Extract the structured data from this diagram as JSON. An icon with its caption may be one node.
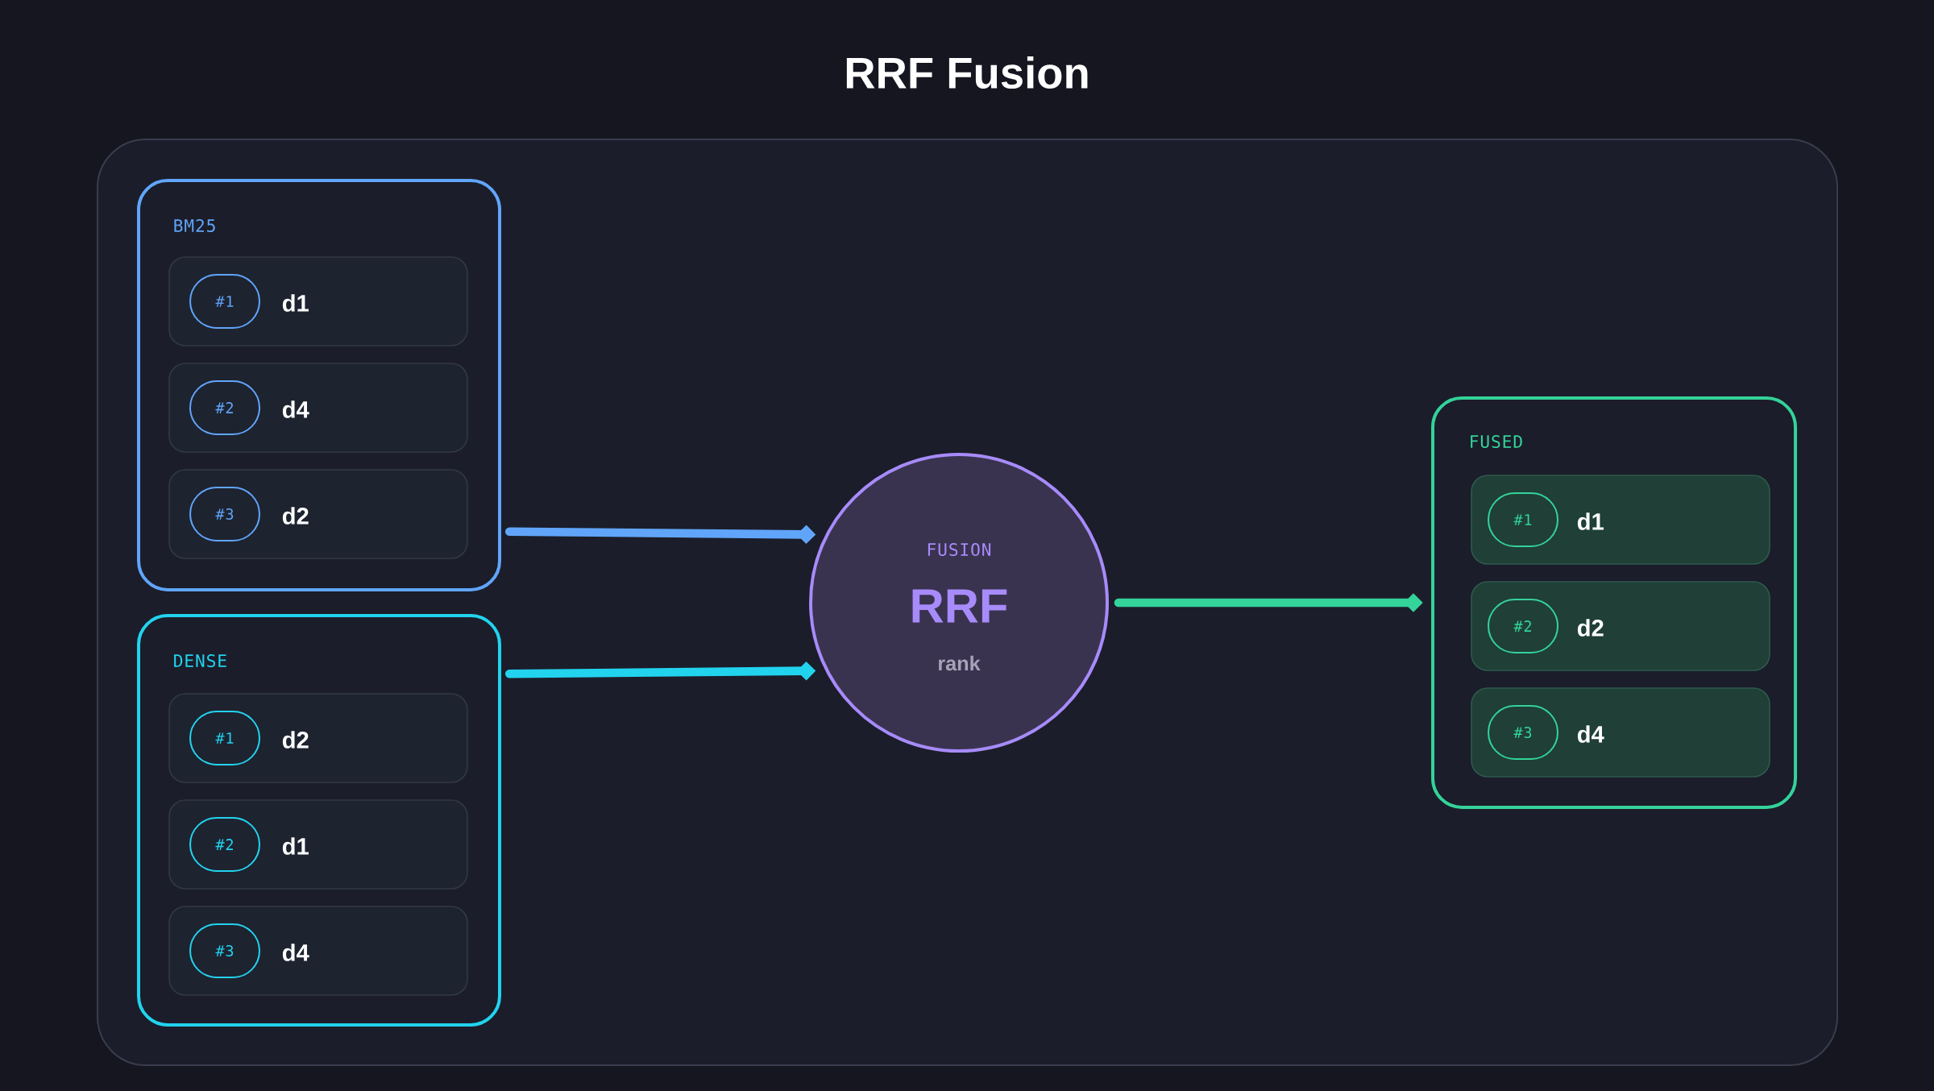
{
  "diagram": {
    "title": "RRF Fusion",
    "nodes": [
      {
        "text": [
          "BM25"
        ]
      },
      {
        "text": [
          "d1"
        ],
        "in": 0
      },
      {
        "text": [
          "#1"
        ],
        "in": 1
      },
      {
        "text": [
          "d4"
        ],
        "in": 0
      },
      {
        "text": [
          "#2"
        ],
        "in": 3
      },
      {
        "text": [
          "d2"
        ],
        "in": 0
      },
      {
        "text": [
          "#3"
        ],
        "in": 5
      },
      {
        "text": [
          "DENSE"
        ]
      },
      {
        "text": [
          "d2"
        ],
        "in": 7
      },
      {
        "text": [
          "#1"
        ],
        "in": 8
      },
      {
        "text": [
          "d1"
        ],
        "in": 7
      },
      {
        "text": [
          "#2"
        ],
        "in": 10
      },
      {
        "text": [
          "d4"
        ],
        "in": 7
      },
      {
        "text": [
          "#3"
        ],
        "in": 12
      },
      {
        "text": [
          "FUSION",
          "RRF",
          "rank"
        ]
      },
      {
        "text": [
          "FUSED"
        ]
      },
      {
        "text": [
          "d1"
        ],
        "in": 15
      },
      {
        "text": [
          "#1"
        ],
        "in": 16
      },
      {
        "text": [
          "d2"
        ],
        "in": 15
      },
      {
        "text": [
          "#2"
        ],
        "in": 18
      },
      {
        "text": [
          "d4"
        ],
        "in": 15
      },
      {
        "text": [
          "#3"
        ],
        "in": 20
      }
    ],
    "edges": [
      {
        "from": 0,
        "to": 14,
        "arrow": "to",
        "color": "#60a5fa"
      },
      {
        "from": 7,
        "to": 14,
        "arrow": "to",
        "color": "#22d3ee"
      },
      {
        "from": 14,
        "to": 15,
        "arrow": "to",
        "color": "#34d399"
      }
    ]
  }
}
